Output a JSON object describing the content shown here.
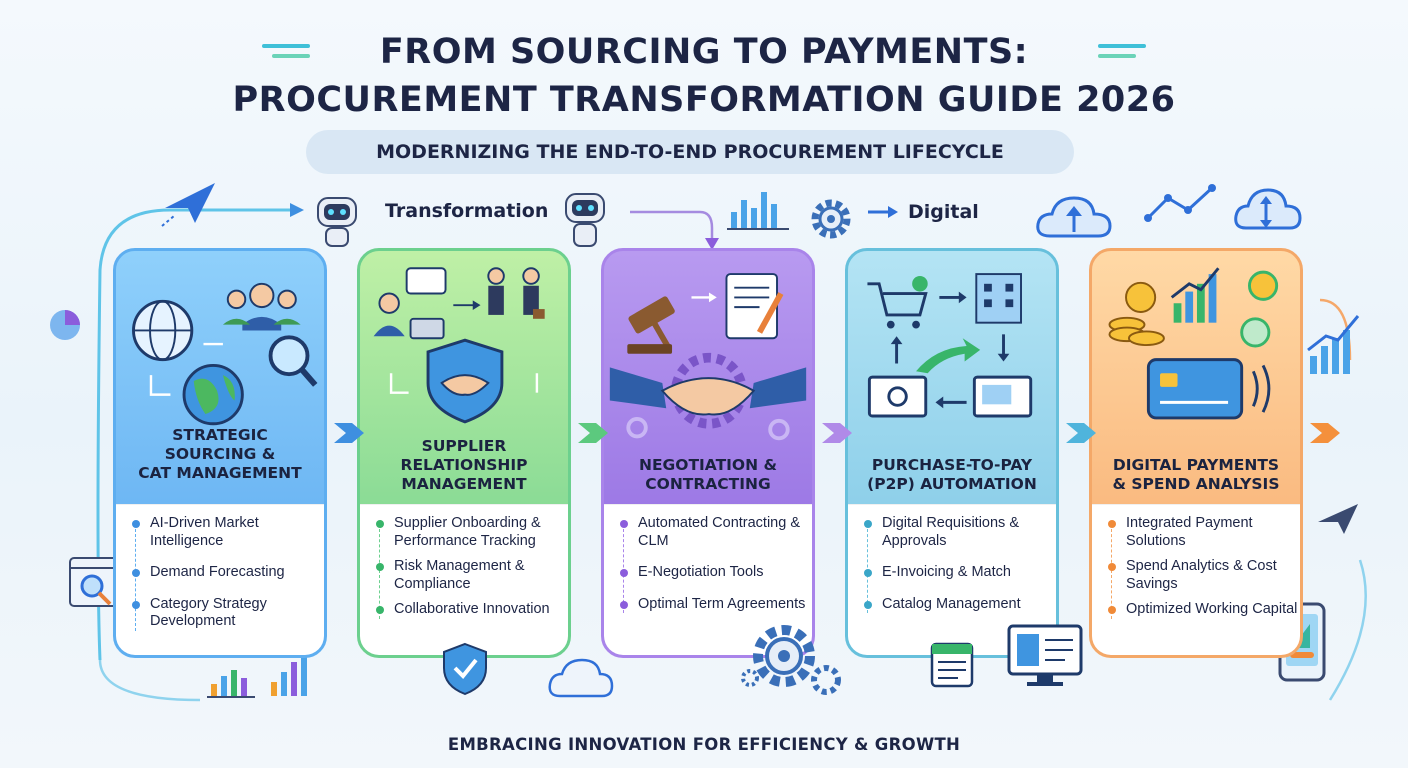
{
  "header": {
    "title_line1": "FROM SOURCING TO PAYMENTS:",
    "title_line2": "PROCUREMENT TRANSFORMATION GUIDE 2026",
    "subtitle": "MODERNIZING THE END-TO-END PROCUREMENT LIFECYCLE"
  },
  "top_labels": {
    "transformation": "Transformation",
    "digital": "Digital"
  },
  "stages": [
    {
      "title_line1": "STRATEGIC",
      "title_line2": "SOURCING &",
      "title_line3": "CAT MANAGEMENT",
      "bullets": [
        "AI-Driven Market Intelligence",
        "Demand Forecasting",
        "Category Strategy Development"
      ],
      "accent": "#3e8fe0"
    },
    {
      "title_line1": "SUPPLIER",
      "title_line2": "RELATIONSHIP",
      "title_line3": "MANAGEMENT",
      "bullets": [
        "Supplier Onboarding & Performance Tracking",
        "Risk Management & Compliance",
        "Collaborative Innovation"
      ],
      "accent": "#38b56a"
    },
    {
      "title_line1": "NEGOTIATION &",
      "title_line2": "CONTRACTING",
      "title_line3": "",
      "bullets": [
        "Automated Contracting & CLM",
        "E-Negotiation Tools",
        "Optimal Term Agreements"
      ],
      "accent": "#8b5ddc"
    },
    {
      "title_line1": "PURCHASE-TO-PAY",
      "title_line2": "(P2P) AUTOMATION",
      "title_line3": "",
      "bullets": [
        "Digital Requisitions & Approvals",
        "E-Invoicing & Match",
        "Catalog Management"
      ],
      "accent": "#3aa6c8"
    },
    {
      "title_line1": "DIGITAL PAYMENTS",
      "title_line2": "& SPEND ANALYSIS",
      "title_line3": "",
      "bullets": [
        "Integrated Payment Solutions",
        "Spend Analytics & Cost Savings",
        "Optimized Working Capital"
      ],
      "accent": "#f08a38"
    }
  ],
  "footer": "EMBRACING INNOVATION FOR EFFICIENCY & GROWTH"
}
